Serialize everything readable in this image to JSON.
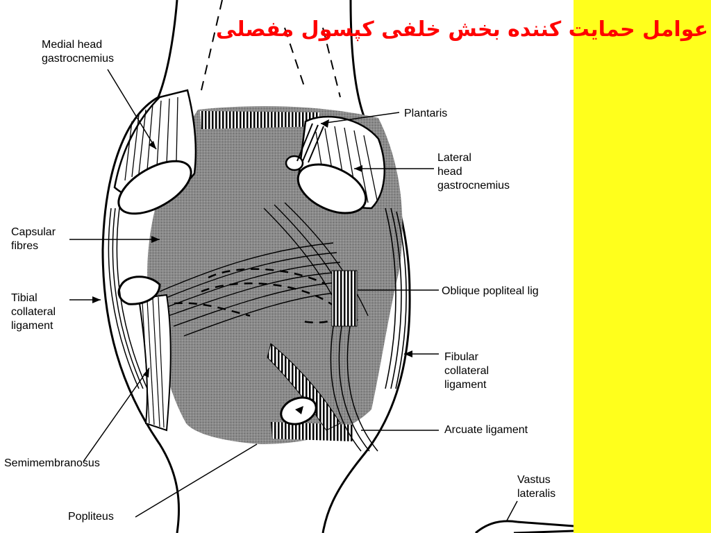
{
  "slide": {
    "title": "عوامل حمايت کننده بخش خلفی کپسول مفصلی",
    "title_color": "#ff0000",
    "side_band_color": "#ffff1c"
  },
  "figure": {
    "labels": {
      "medial_head": "Medial head\ngastrocnemius",
      "plantaris": "Plantaris",
      "lateral_head": "Lateral\nhead\ngastrocnemius",
      "capsular_fibres": "Capsular\nfibres",
      "tibial_collateral": "Tibial\ncollateral\nligament",
      "oblique_popliteal": "Oblique popliteal lig",
      "fibular_collateral": "Fibular\ncollateral\nligament",
      "arcuate": "Arcuate ligament",
      "semimembranosus": "Semimembranosus",
      "vastus_lateralis": "Vastus\nlateralis",
      "popliteus": "Popliteus"
    }
  }
}
